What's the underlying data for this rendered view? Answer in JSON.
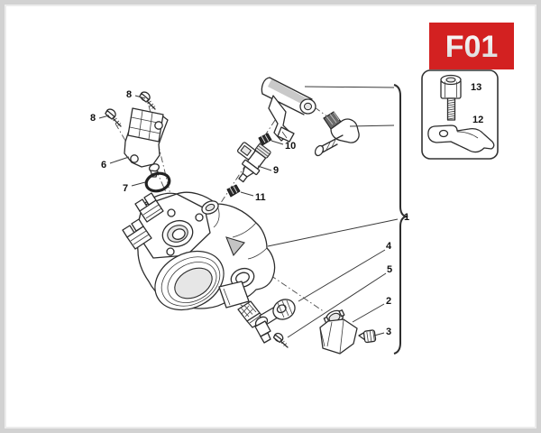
{
  "page": {
    "code": "F01"
  },
  "colors": {
    "badge_red": "#d32121",
    "line_dark": "#2d2d2d",
    "frame_gray": "#d2d2d2"
  },
  "callouts": {
    "n1": "1",
    "n2": "2",
    "n3": "3",
    "n4": "4",
    "n5": "5",
    "n6": "6",
    "n7": "7",
    "n8a": "8",
    "n8b": "8",
    "n9": "9",
    "n10": "10",
    "n11": "11",
    "n12": "12",
    "n13": "13"
  }
}
